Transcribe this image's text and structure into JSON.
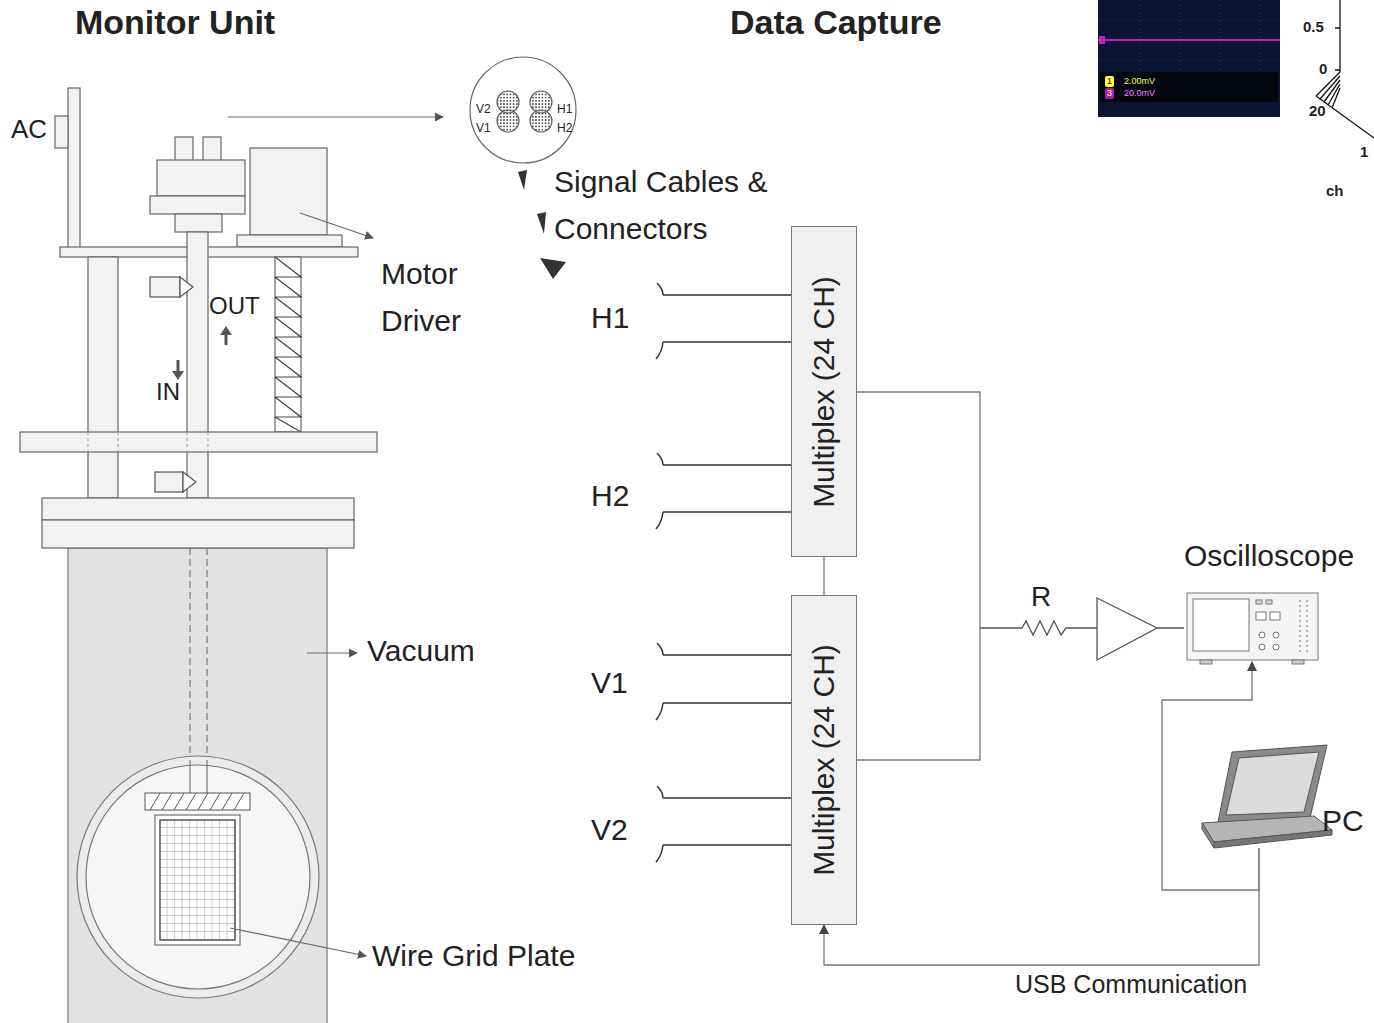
{
  "diagram": {
    "nodes": [
      {
        "text": [
          "Multiplex (24 CH)"
        ]
      },
      {
        "text": [
          "Multiplex (24 CH)"
        ]
      },
      {
        "text": [
          "Oscilloscope"
        ]
      },
      {
        "text": [
          "PC"
        ]
      }
    ],
    "edges": [
      {
        "from": 0,
        "to": 1,
        "arrow": "none"
      },
      {
        "from": 0,
        "to": 2,
        "arrow": "none"
      },
      {
        "from": 1,
        "to": 2,
        "arrow": "none"
      },
      {
        "from": 3,
        "to": 2,
        "arrow": "to"
      },
      {
        "from": 3,
        "to": 1,
        "arrow": "to",
        "label": "USB Communication"
      }
    ],
    "labels": [
      "Monitor Unit",
      "Data Capture",
      "AC",
      "OUT",
      "IN",
      "Motor Driver",
      "Vacuum",
      "Wire Grid Plate",
      "V2",
      "H1",
      "V1",
      "H2",
      "Signal Cables & Connectors",
      "H1",
      "H2",
      "V1",
      "V2",
      "R",
      "2.00mV",
      "20.0mV",
      "1",
      "3",
      "0.5",
      "0",
      "20",
      "1",
      "ch"
    ]
  }
}
